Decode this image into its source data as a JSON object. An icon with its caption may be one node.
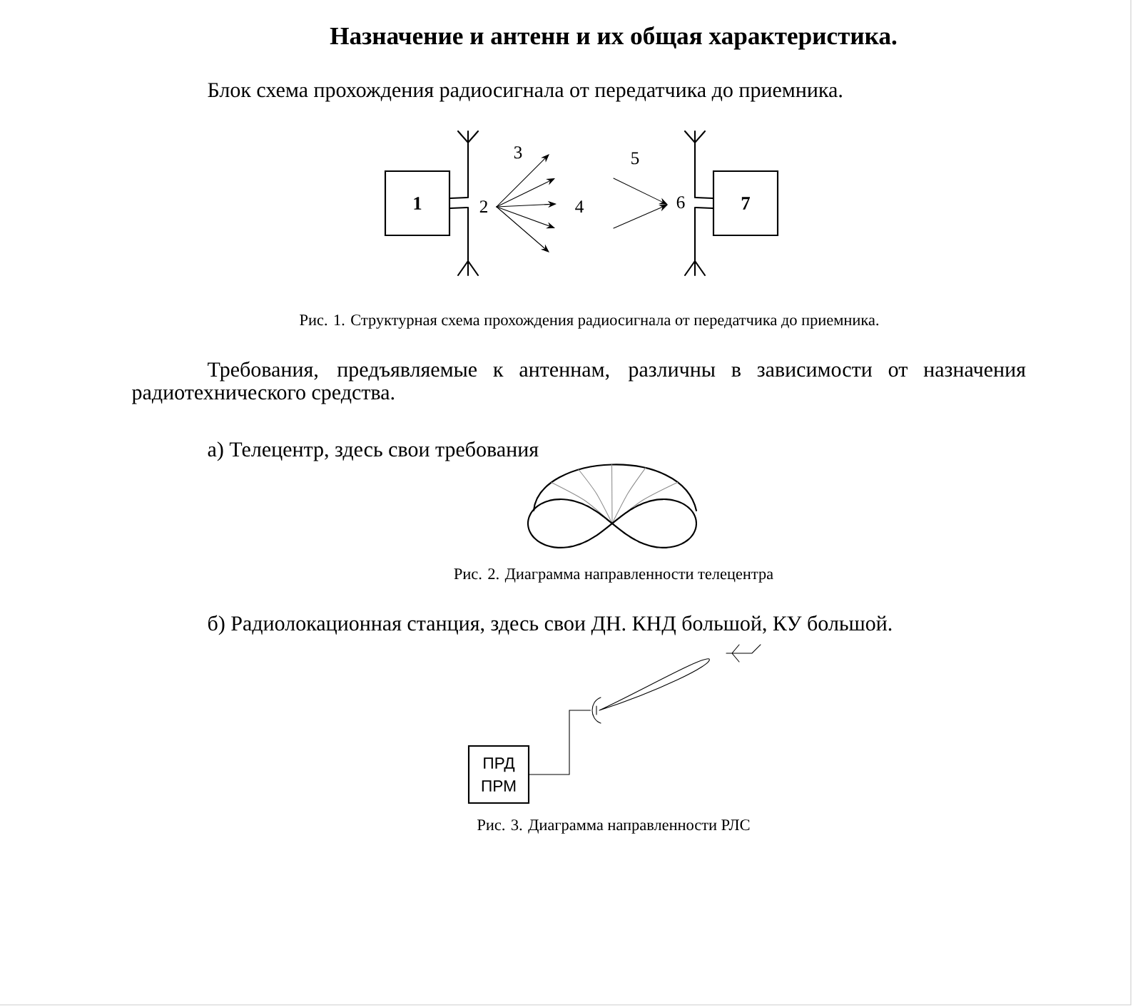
{
  "diagram": {
    "title": "Назначение и антенн и их общая характеристика.",
    "nodes": [
      {
        "text": [
          "1"
        ]
      },
      {
        "text": [],
        "shape": "antenna"
      },
      {
        "text": [],
        "shape": "antenna"
      },
      {
        "text": [
          "7"
        ]
      },
      {
        "text": [
          "ПРД ПРМ"
        ]
      },
      {
        "text": [],
        "shape": "antenna"
      }
    ],
    "edges": [
      {
        "from": 0,
        "to": 1,
        "arrow": "none"
      },
      {
        "from": 2,
        "to": 3,
        "arrow": "none"
      },
      {
        "from": 4,
        "to": 5,
        "arrow": "none"
      }
    ],
    "labels": [
      "Блок схема прохождения радиосигнала от передатчика  до приемника.",
      "3",
      "5",
      "2",
      "4",
      "6",
      "Рис. 1.  Структурная схема прохождения радиосигнала от передатчика до приемника.",
      "Требования, предъявляемые к антеннам, различны в зависимости от назначения радиотехнического средства.",
      "а) Телецентр,  здесь свои требования",
      "Рис. 2.  Диаграмма направленности телецентра",
      "б) Радиолокационная станция, здесь свои ДН. КНД большой, КУ большой.",
      "Рис. 3.  Диаграмма направленности РЛС"
    ]
  }
}
